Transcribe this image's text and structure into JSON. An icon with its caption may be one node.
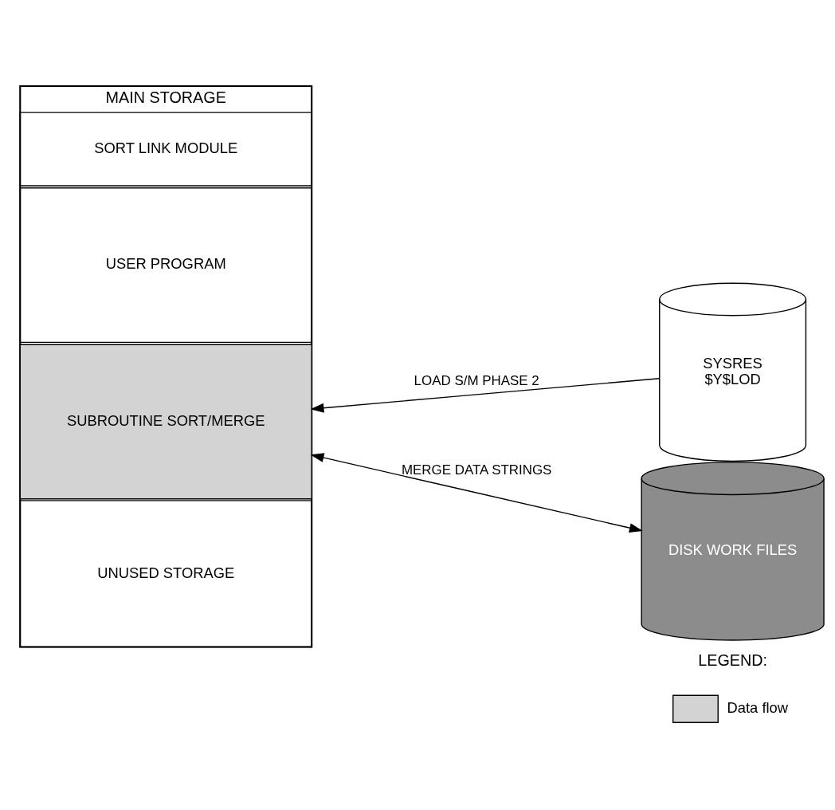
{
  "diagram": {
    "nodes": [
      {
        "text": [
          "MAIN STORAGE"
        ]
      },
      {
        "text": [
          "SORT LINK MODULE"
        ],
        "in": 0
      },
      {
        "text": [
          "USER PROGRAM"
        ],
        "in": 0
      },
      {
        "text": [
          "SUBROUTINE SORT/MERGE"
        ],
        "in": 0
      },
      {
        "text": [
          "UNUSED STORAGE"
        ],
        "in": 0
      },
      {
        "text": [
          "SYSRES",
          "$Y$LOD"
        ]
      },
      {
        "text": [
          "DISK WORK FILES"
        ]
      }
    ],
    "edges": [
      {
        "from": 5,
        "to": 3,
        "arrow": "to",
        "label": "LOAD S/M PHASE 2"
      },
      {
        "from": 3,
        "to": 6,
        "arrow": "both",
        "label": "MERGE DATA STRINGS"
      }
    ],
    "labels": [
      "LEGEND:"
    ],
    "legend": [
      {
        "text": "Data flow",
        "color": "#d3d3d3"
      }
    ]
  }
}
